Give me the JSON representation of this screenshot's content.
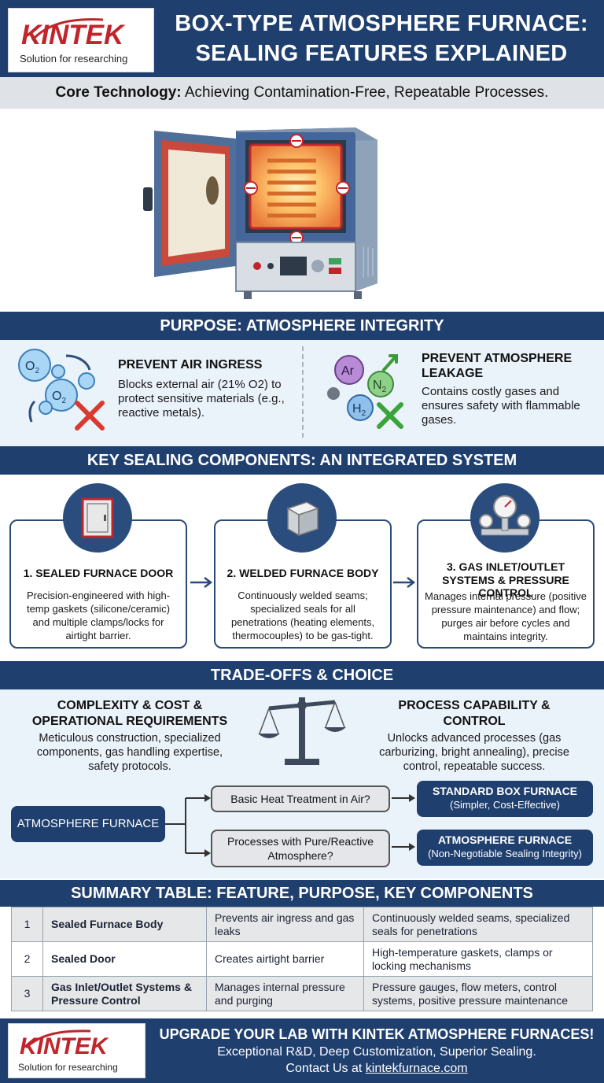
{
  "brand": {
    "logo_text": "KINTEK",
    "tagline": "Solution for researching",
    "accent_red": "#c0252b",
    "navy": "#1f3f6e"
  },
  "header": {
    "title_line1": "BOX-TYPE ATMOSPHERE FURNACE:",
    "title_line2": "SEALING FEATURES EXPLAINED"
  },
  "subtitle": {
    "bold": "Core Technology:",
    "rest": " Achieving Contamination-Free, Repeatable Processes."
  },
  "purpose": {
    "heading": "PURPOSE: ATMOSPHERE INTEGRITY",
    "left": {
      "title": "PREVENT AIR INGRESS",
      "body": "Blocks external air (21% O2) to protect sensitive materials (e.g., reactive metals).",
      "icon": "oxygen-molecules-icon"
    },
    "right": {
      "title_line1": "PREVENT ATMOSPHERE",
      "title_line2": "LEAKAGE",
      "body": "Contains costly gases and ensures safety with flammable gases.",
      "icon": "gas-molecules-icon"
    },
    "mol_o2": "O",
    "mol_ar": "Ar",
    "mol_n": "N",
    "mol_h": "H",
    "sub2": "2"
  },
  "components": {
    "heading": "KEY SEALING COMPONENTS: AN INTEGRATED SYSTEM",
    "cards": [
      {
        "title": "1. SEALED FURNACE DOOR",
        "body": "Precision-engineered with high-temp gaskets (silicone/ceramic) and multiple clamps/locks for airtight barrier.",
        "icon": "door-icon"
      },
      {
        "title": "2. WELDED FURNACE BODY",
        "body": "Continuously welded seams; specialized seals for all penetrations (heating elements, thermocouples) to be gas-tight.",
        "icon": "cube-icon"
      },
      {
        "title_line1": "3. GAS INLET/OUTLET",
        "title_line2": "SYSTEMS & PRESSURE CONTROL",
        "body": "Manages internal pressure (positive pressure maintenance) and flow; purges air before cycles and maintains integrity.",
        "icon": "pressure-gauge-icon"
      }
    ]
  },
  "tradeoffs": {
    "heading": "TRADE-OFFS & CHOICE",
    "left_title_line1": "COMPLEXITY & COST &",
    "left_title_line2": "OPERATIONAL REQUIREMENTS",
    "left_body": "Meticulous construction, specialized components, gas handling expertise, safety protocols.",
    "right_title_line1": "PROCESS CAPABILITY &",
    "right_title_line2": "CONTROL",
    "right_body": "Unlocks advanced processes (gas carburizing, bright annealing), precise control, repeatable success.",
    "scale_icon": "balance-scale-icon",
    "flow": {
      "start": "ATMOSPHERE FURNACE",
      "q1": "Basic Heat Treatment in Air?",
      "q2": "Processes with Pure/Reactive Atmosphere?",
      "r1_title": "STANDARD BOX FURNACE",
      "r1_sub": "(Simpler, Cost-Effective)",
      "r2_title": "ATMOSPHERE FURNACE",
      "r2_sub": "(Non-Negotiable Sealing Integrity)"
    }
  },
  "summary": {
    "heading": "SUMMARY TABLE: FEATURE, PURPOSE, KEY COMPONENTS",
    "rows": [
      {
        "num": "1",
        "feature": "Sealed Furnace Body",
        "purpose": "Prevents air ingress and gas leaks",
        "components": "Continuously welded seams, specialized seals for penetrations"
      },
      {
        "num": "2",
        "feature": "Sealed Door",
        "purpose": "Creates airtight barrier",
        "components": "High-temperature gaskets, clamps or locking mechanisms"
      },
      {
        "num": "3",
        "feature": "Gas Inlet/Outlet Systems & Pressure Control",
        "purpose": "Manages internal pressure and purging",
        "components": "Pressure gauges, flow meters, control systems, positive pressure maintenance"
      }
    ]
  },
  "footer": {
    "headline": "UPGRADE YOUR LAB WITH KINTEK ATMOSPHERE FURNACES!",
    "line2": "Exceptional R&D, Deep Customization, Superior Sealing.",
    "contact_prefix": "Contact Us at ",
    "contact_link": "kintekfurnace.com"
  }
}
